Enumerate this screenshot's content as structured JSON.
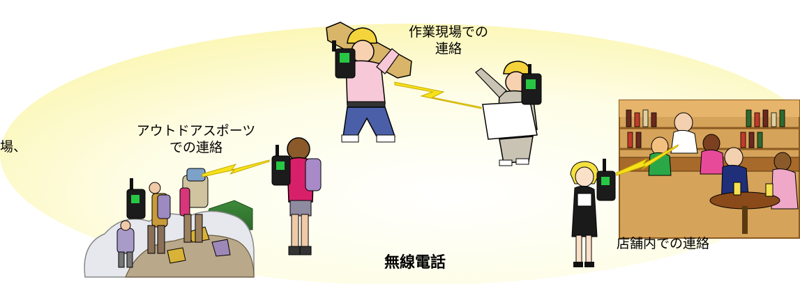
{
  "labels": {
    "worksite_line1": "作業現場での",
    "worksite_line2": "連絡",
    "outdoor_line1": "アウトドアスポーツ",
    "outdoor_line2": "での連絡",
    "store": "店舗内での連絡",
    "left_fragment": "場、",
    "title": "無線電話"
  },
  "colors": {
    "ellipse_fill": "#fdfbc8",
    "lightning": "#f5e21a",
    "radio": "#1b1b1b",
    "radio_screen": "#27c744"
  }
}
